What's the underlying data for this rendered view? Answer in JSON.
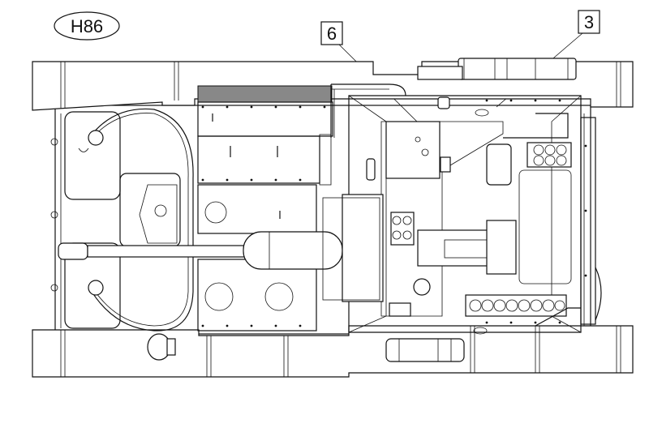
{
  "figure": {
    "step_label": "H86",
    "callouts": [
      {
        "id": "part-6",
        "text": "6"
      },
      {
        "id": "part-3",
        "text": "3"
      }
    ]
  },
  "colors": {
    "ink": "#111111",
    "paper": "#ffffff"
  }
}
